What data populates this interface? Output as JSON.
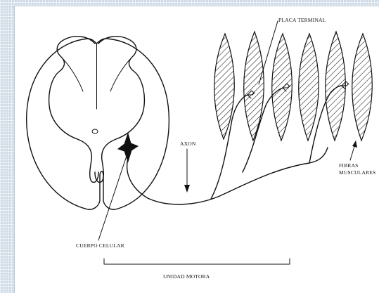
{
  "labels": {
    "placa_terminal": "PLACA  TERMINAL",
    "axon": "AXON",
    "fibras_1": "FIBRAS",
    "fibras_2": "MUSCULARES",
    "cuerpo_celular": "CUERPO CELULAR",
    "unidad_motora": "UNIDAD MOTORA"
  },
  "colors": {
    "ink": "#111111",
    "background_pattern": "#cfdbe6",
    "panel": "#ffffff"
  }
}
